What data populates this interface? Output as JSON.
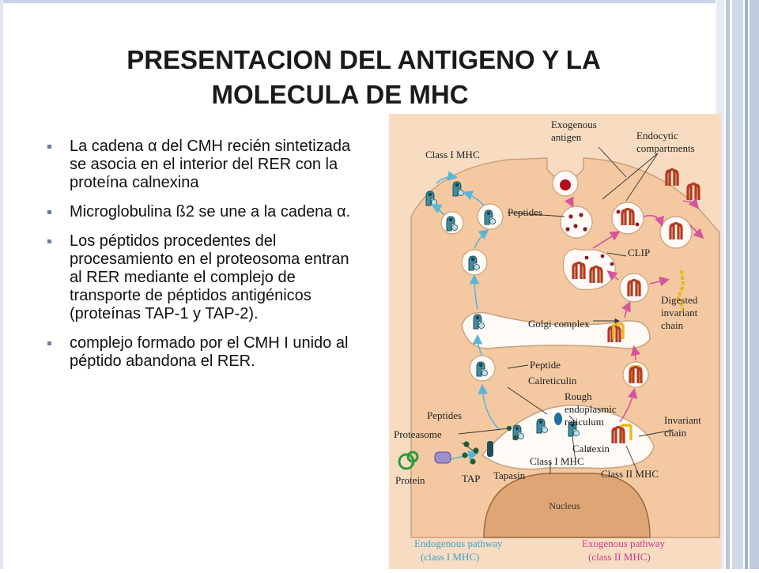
{
  "slide": {
    "title_line1": "PRESENTACION DEL ANTIGENO Y LA",
    "title_line2": "MOLECULA DE MHC",
    "bullets": [
      "La cadena α del CMH recién sintetizada se asocia en el interior del RER con la proteína calnexina",
      "Microglobulina ß2 se une a la cadena α.",
      "Los péptidos procedentes del procesamiento en el proteosoma entran al RER mediante el complejo de transporte de péptidos antigénicos (proteínas TAP-1 y TAP-2).",
      "complejo formado por el CMH I unido al péptido abandona el RER."
    ]
  },
  "diagram": {
    "labels": {
      "exogenous_antigen_1": "Exogenous",
      "exogenous_antigen_2": "antigen",
      "endocytic_1": "Endocytic",
      "endocytic_2": "compartments",
      "class1_top": "Class I MHC",
      "peptides_top": "Peptides",
      "clip": "CLIP",
      "digested_1": "Digested",
      "digested_2": "invariant",
      "digested_3": "chain",
      "golgi": "Golgi complex",
      "peptide_mid": "Peptide",
      "calreticulin": "Calreticulin",
      "rough_1": "Rough",
      "rough_2": "endoplasmic",
      "rough_3": "reticulum",
      "peptides_bottom": "Peptides",
      "proteasome": "Proteasome",
      "invariant_1": "Invariant",
      "invariant_2": "chain",
      "calnexin": "Calnexin",
      "class1_bottom": "Class I MHC",
      "class2_bottom": "Class II MHC",
      "protein": "Protein",
      "tap": "TAP",
      "tapasin": "Tapasin",
      "nucleus": "Nucleus",
      "endo_path_1": "Endogenous pathway",
      "endo_path_2": "(class I MHC)",
      "exo_path_1": "Exogenous pathway",
      "exo_path_2": "(class II MHC)"
    },
    "colors": {
      "cytoplasm": "#f4c9a2",
      "outer_frame": "#f7dcc2",
      "vesicle": "#fffaf5",
      "nucleus": "#e0a574",
      "class1_molecule": "#3f8d9e",
      "class2_molecule": "#b33a1e",
      "invariant_chain": "#e8b820",
      "endogenous_arrows": "#59b7d8",
      "exogenous_arrows": "#d6559a",
      "endogenous_text": "#3aa5cc",
      "exogenous_text": "#cc3d8a"
    }
  }
}
